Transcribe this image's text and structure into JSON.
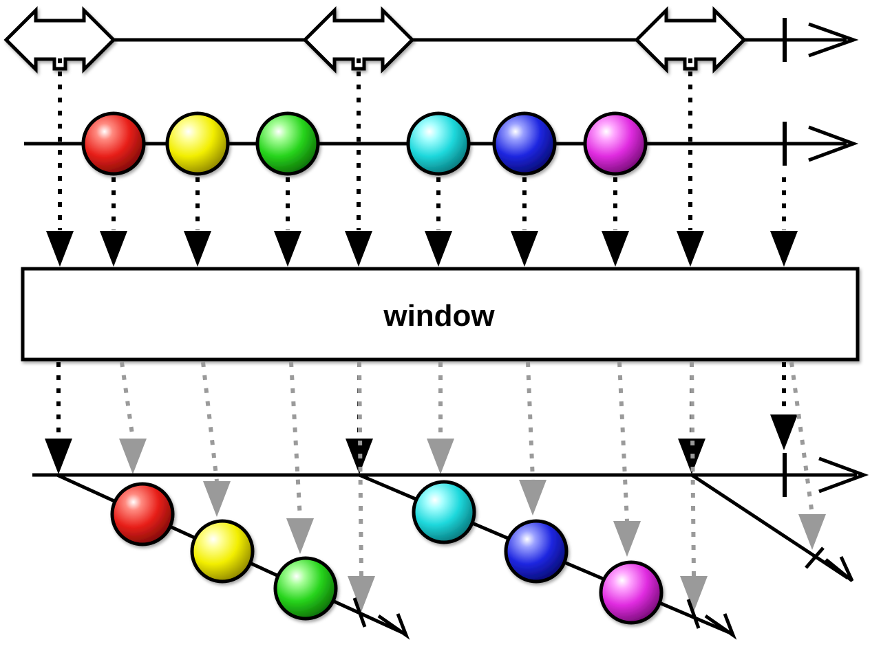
{
  "operator": {
    "label": "window"
  },
  "colors": {
    "line": "#000000",
    "gray_connector": "#9a9a9a",
    "box_fill": "#ffffff",
    "marble_red": "#e8201a",
    "marble_yellow": "#f2ee00",
    "marble_green": "#27d41c",
    "marble_cyan": "#1ed8dc",
    "marble_blue": "#1e26e0",
    "marble_magenta": "#e02ce0"
  },
  "boundary_stream": {
    "icon": "double-headed-arrow-icon",
    "boundary_count": 3,
    "completed": true
  },
  "source_stream": {
    "completed": true,
    "marbles": [
      {
        "id": "m1",
        "color": "red"
      },
      {
        "id": "m2",
        "color": "yellow"
      },
      {
        "id": "m3",
        "color": "green"
      },
      {
        "id": "m4",
        "color": "cyan"
      },
      {
        "id": "m5",
        "color": "blue"
      },
      {
        "id": "m6",
        "color": "magenta"
      }
    ]
  },
  "output": {
    "windows": [
      {
        "id": "w1",
        "marbles": [
          "red",
          "yellow",
          "green"
        ],
        "completed": true
      },
      {
        "id": "w2",
        "marbles": [
          "cyan",
          "blue",
          "magenta"
        ],
        "completed": true
      },
      {
        "id": "w3",
        "marbles": [],
        "completed": true
      }
    ],
    "outer_completed": true
  }
}
